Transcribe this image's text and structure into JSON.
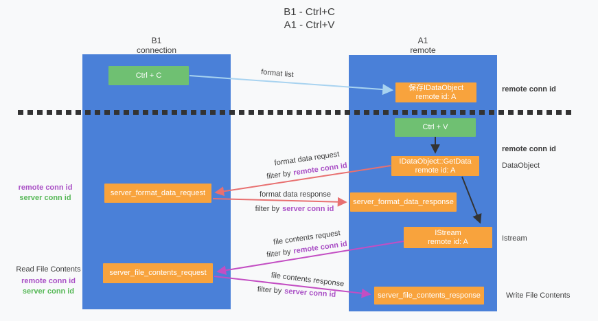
{
  "title": {
    "line1": "B1 - Ctrl+C",
    "line2": "A1 - Ctrl+V"
  },
  "columns": {
    "left": {
      "header_line1": "B1",
      "header_line2": "connection"
    },
    "right": {
      "header_line1": "A1",
      "header_line2": "remote"
    }
  },
  "nodes": {
    "ctrl_c": "Ctrl + C",
    "save_idataobject": {
      "line1": "保存IDataObject",
      "line2": "remote id: A"
    },
    "ctrl_v": "Ctrl + V",
    "getdata": {
      "line1": "IDataObject::GetData",
      "line2": "remote id: A"
    },
    "server_format_data_request": "server_format_data_request",
    "server_format_data_response": "server_format_data_response",
    "istream": {
      "line1": "IStream",
      "line2": "remote id: A"
    },
    "server_file_contents_request": "server_file_contents_request",
    "server_file_contents_response": "server_file_contents_response"
  },
  "arrow_labels": {
    "format_list": "format list",
    "format_data_request": "format data request",
    "format_data_response": "format data response",
    "file_contents_request": "file contents request",
    "file_contents_response": "file contents response",
    "filter_by": "filter by",
    "remote_conn_id": "remote conn id",
    "server_conn_id": "server conn id"
  },
  "side_labels": {
    "right_remote_conn_id_top": "remote conn id",
    "right_remote_conn_id_mid": "remote conn id",
    "dataobject": "DataObject",
    "istream": "Istream",
    "write_file_contents": "Write File Contents",
    "left_remote_conn_id_mid": "remote conn id",
    "left_server_conn_id_mid": "server conn id",
    "read_file_contents": "Read File Contents",
    "left_remote_conn_id_bottom": "remote conn id",
    "left_server_conn_id_bottom": "server conn id"
  },
  "colors": {
    "lifeline_blue": "#4a80d8",
    "box_orange": "#f8a33d",
    "box_green": "#6fc072",
    "arrow_lightblue": "#a8d3f0",
    "arrow_salmon": "#e87070",
    "arrow_magenta": "#c34ec3",
    "arrow_black": "#333333",
    "label_purple": "#a94fc5",
    "label_green": "#57b857",
    "text_dark": "#3d3d3d",
    "background": "#f8f9fa"
  }
}
